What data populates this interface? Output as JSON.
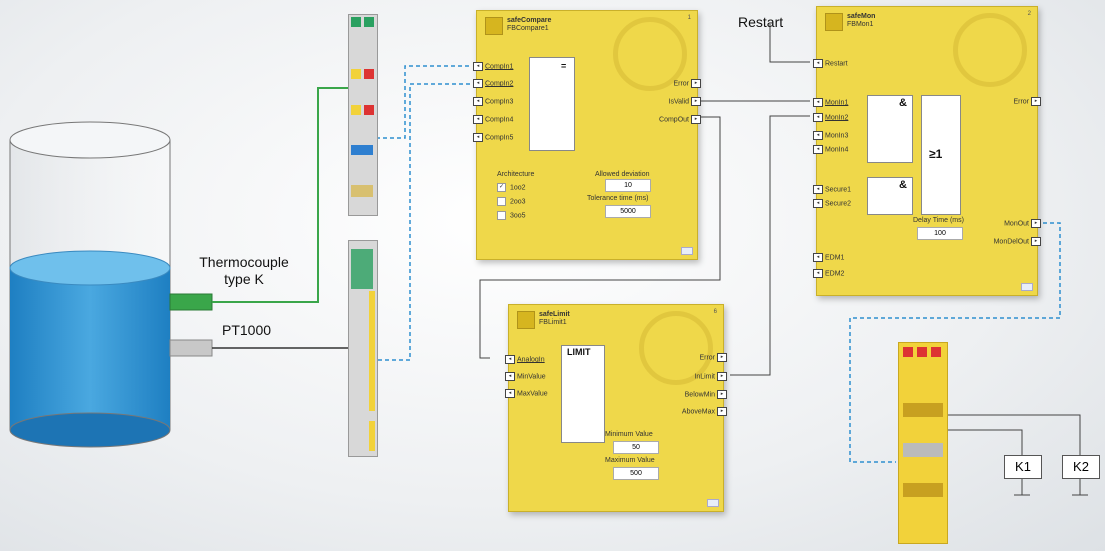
{
  "labels": {
    "restart": "Restart",
    "thermocouple": "Thermocouple",
    "thermocouple_type": "type K",
    "pt1000": "PT1000",
    "k1": "K1",
    "k2": "K2"
  },
  "compare": {
    "type": "safeCompare",
    "instance": "FBCompare1",
    "number": "1",
    "inputs": [
      "CompIn1",
      "CompIn2",
      "CompIn3",
      "CompIn4",
      "CompIn5"
    ],
    "outputs": [
      "Error",
      "IsValid",
      "CompOut"
    ],
    "inner_symbol": "=",
    "architecture_label": "Architecture",
    "arch_options": [
      "1oo2",
      "2oo3",
      "3oo5"
    ],
    "arch_checked": "✓",
    "deviation_label": "Allowed deviation",
    "deviation_value": "10",
    "tolerance_label": "Tolerance time (ms)",
    "tolerance_value": "5000"
  },
  "mon": {
    "type": "safeMon",
    "instance": "FBMon1",
    "number": "2",
    "inputs": [
      "Restart",
      "MonIn1",
      "MonIn2",
      "MonIn3",
      "MonIn4",
      "Secure1",
      "Secure2",
      "EDM1",
      "EDM2"
    ],
    "outputs": [
      "Error",
      "MonOut",
      "MonDelOut"
    ],
    "and_symbol": "&",
    "or_symbol": "≥1",
    "delay_label": "Delay Time (ms)",
    "delay_value": "100"
  },
  "limit": {
    "type": "safeLimit",
    "instance": "FBLimit1",
    "number": "6",
    "inputs": [
      "AnalogIn",
      "MinValue",
      "MaxValue"
    ],
    "outputs": [
      "Error",
      "InLimit",
      "BelowMin",
      "AboveMax"
    ],
    "inner_symbol": "LIMIT",
    "min_label": "Minimum Value",
    "min_value": "50",
    "max_label": "Maximum Value",
    "max_value": "500"
  },
  "colors": {
    "fb_fill": "#efd84a",
    "water": "#2f92d0",
    "thermo_wire": "#3aa64a",
    "dashed_wire": "#2e8fcf",
    "terminal_yellow": "#f2d23a"
  },
  "icons": {
    "port": "port-icon",
    "logo": "twinsafe-logo-icon",
    "gear": "gear-watermark-icon"
  }
}
